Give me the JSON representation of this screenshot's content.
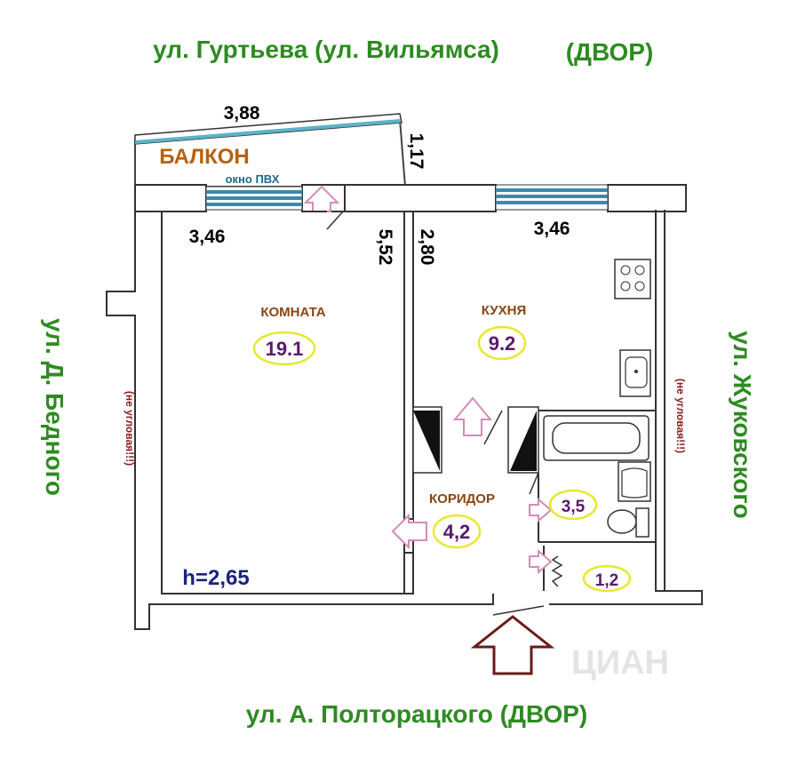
{
  "streets": {
    "top": "ул. Гуртьева (ул. Вильямса)",
    "top_right": "(ДВОР)",
    "left": "ул.  Д. Бедного",
    "right": "ул. Жуковского",
    "bottom": "ул. А. Полторацкого (ДВОР)"
  },
  "balcony": {
    "label": "БАЛКОН",
    "width": "3,88",
    "depth": "1,17",
    "window_label": "окно ПВХ"
  },
  "rooms": {
    "room": {
      "name": "КОМНАТА",
      "area": "19.1",
      "width": "3,46",
      "length": "5,52"
    },
    "kitchen": {
      "name": "КУХНЯ",
      "area": "9.2",
      "width": "3,46",
      "length": "2,80"
    },
    "corridor": {
      "name": "КОРИДОР",
      "area": "4,2"
    },
    "bathroom": {
      "area": "3,5"
    },
    "toilet": {
      "area": "1,2"
    }
  },
  "notes": {
    "left_corner": "(не угловая!!!)",
    "right_corner": "(не угловая!!!)"
  },
  "ceiling_height": "h=2,65",
  "watermark": "ЦИАН",
  "colors": {
    "street_green": "#2e8b22",
    "area_circle": "#e8e830",
    "arrow_pink": "#e8a0c8",
    "arrow_brown": "#6a1a1a"
  }
}
